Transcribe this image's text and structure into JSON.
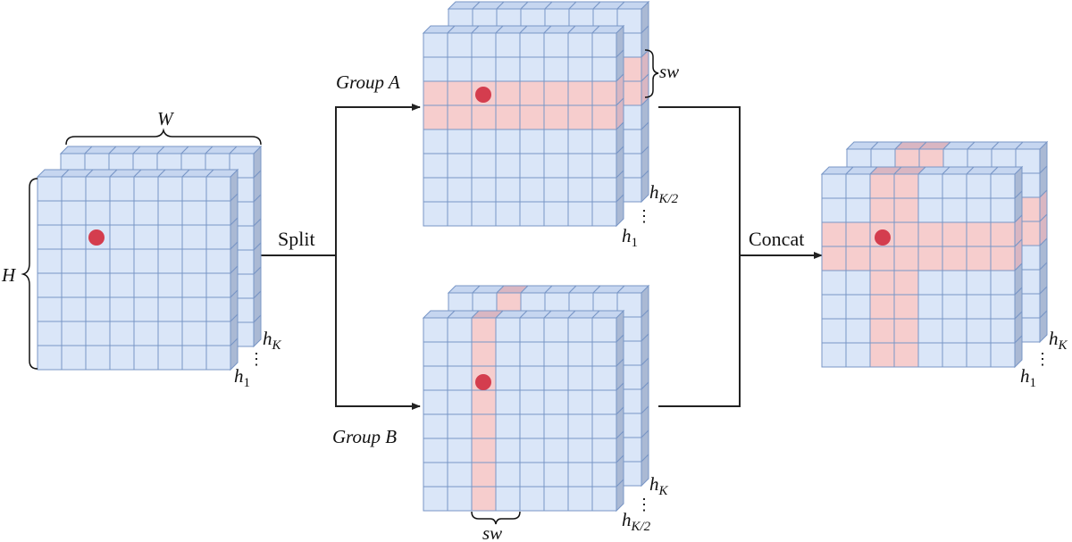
{
  "labels": {
    "width": "W",
    "height": "H",
    "split": "Split",
    "concat": "Concat",
    "group_a": "Group A",
    "group_b": "Group B",
    "sw": "sw",
    "h": "h",
    "sub_1": "1",
    "sub_k": "K",
    "sub_k2": "K/2",
    "ellipsis": "⋮"
  },
  "colors": {
    "cell_fill": "#dae6f8",
    "cell_stroke": "#7896c6",
    "cell_side": "#aab9d4",
    "cell_top": "#c6d6f0",
    "highlight_fill": "#f6cdcd",
    "highlight_side": "#d9b6c2",
    "dot": "#d43d4e",
    "arrow": "#222222"
  }
}
